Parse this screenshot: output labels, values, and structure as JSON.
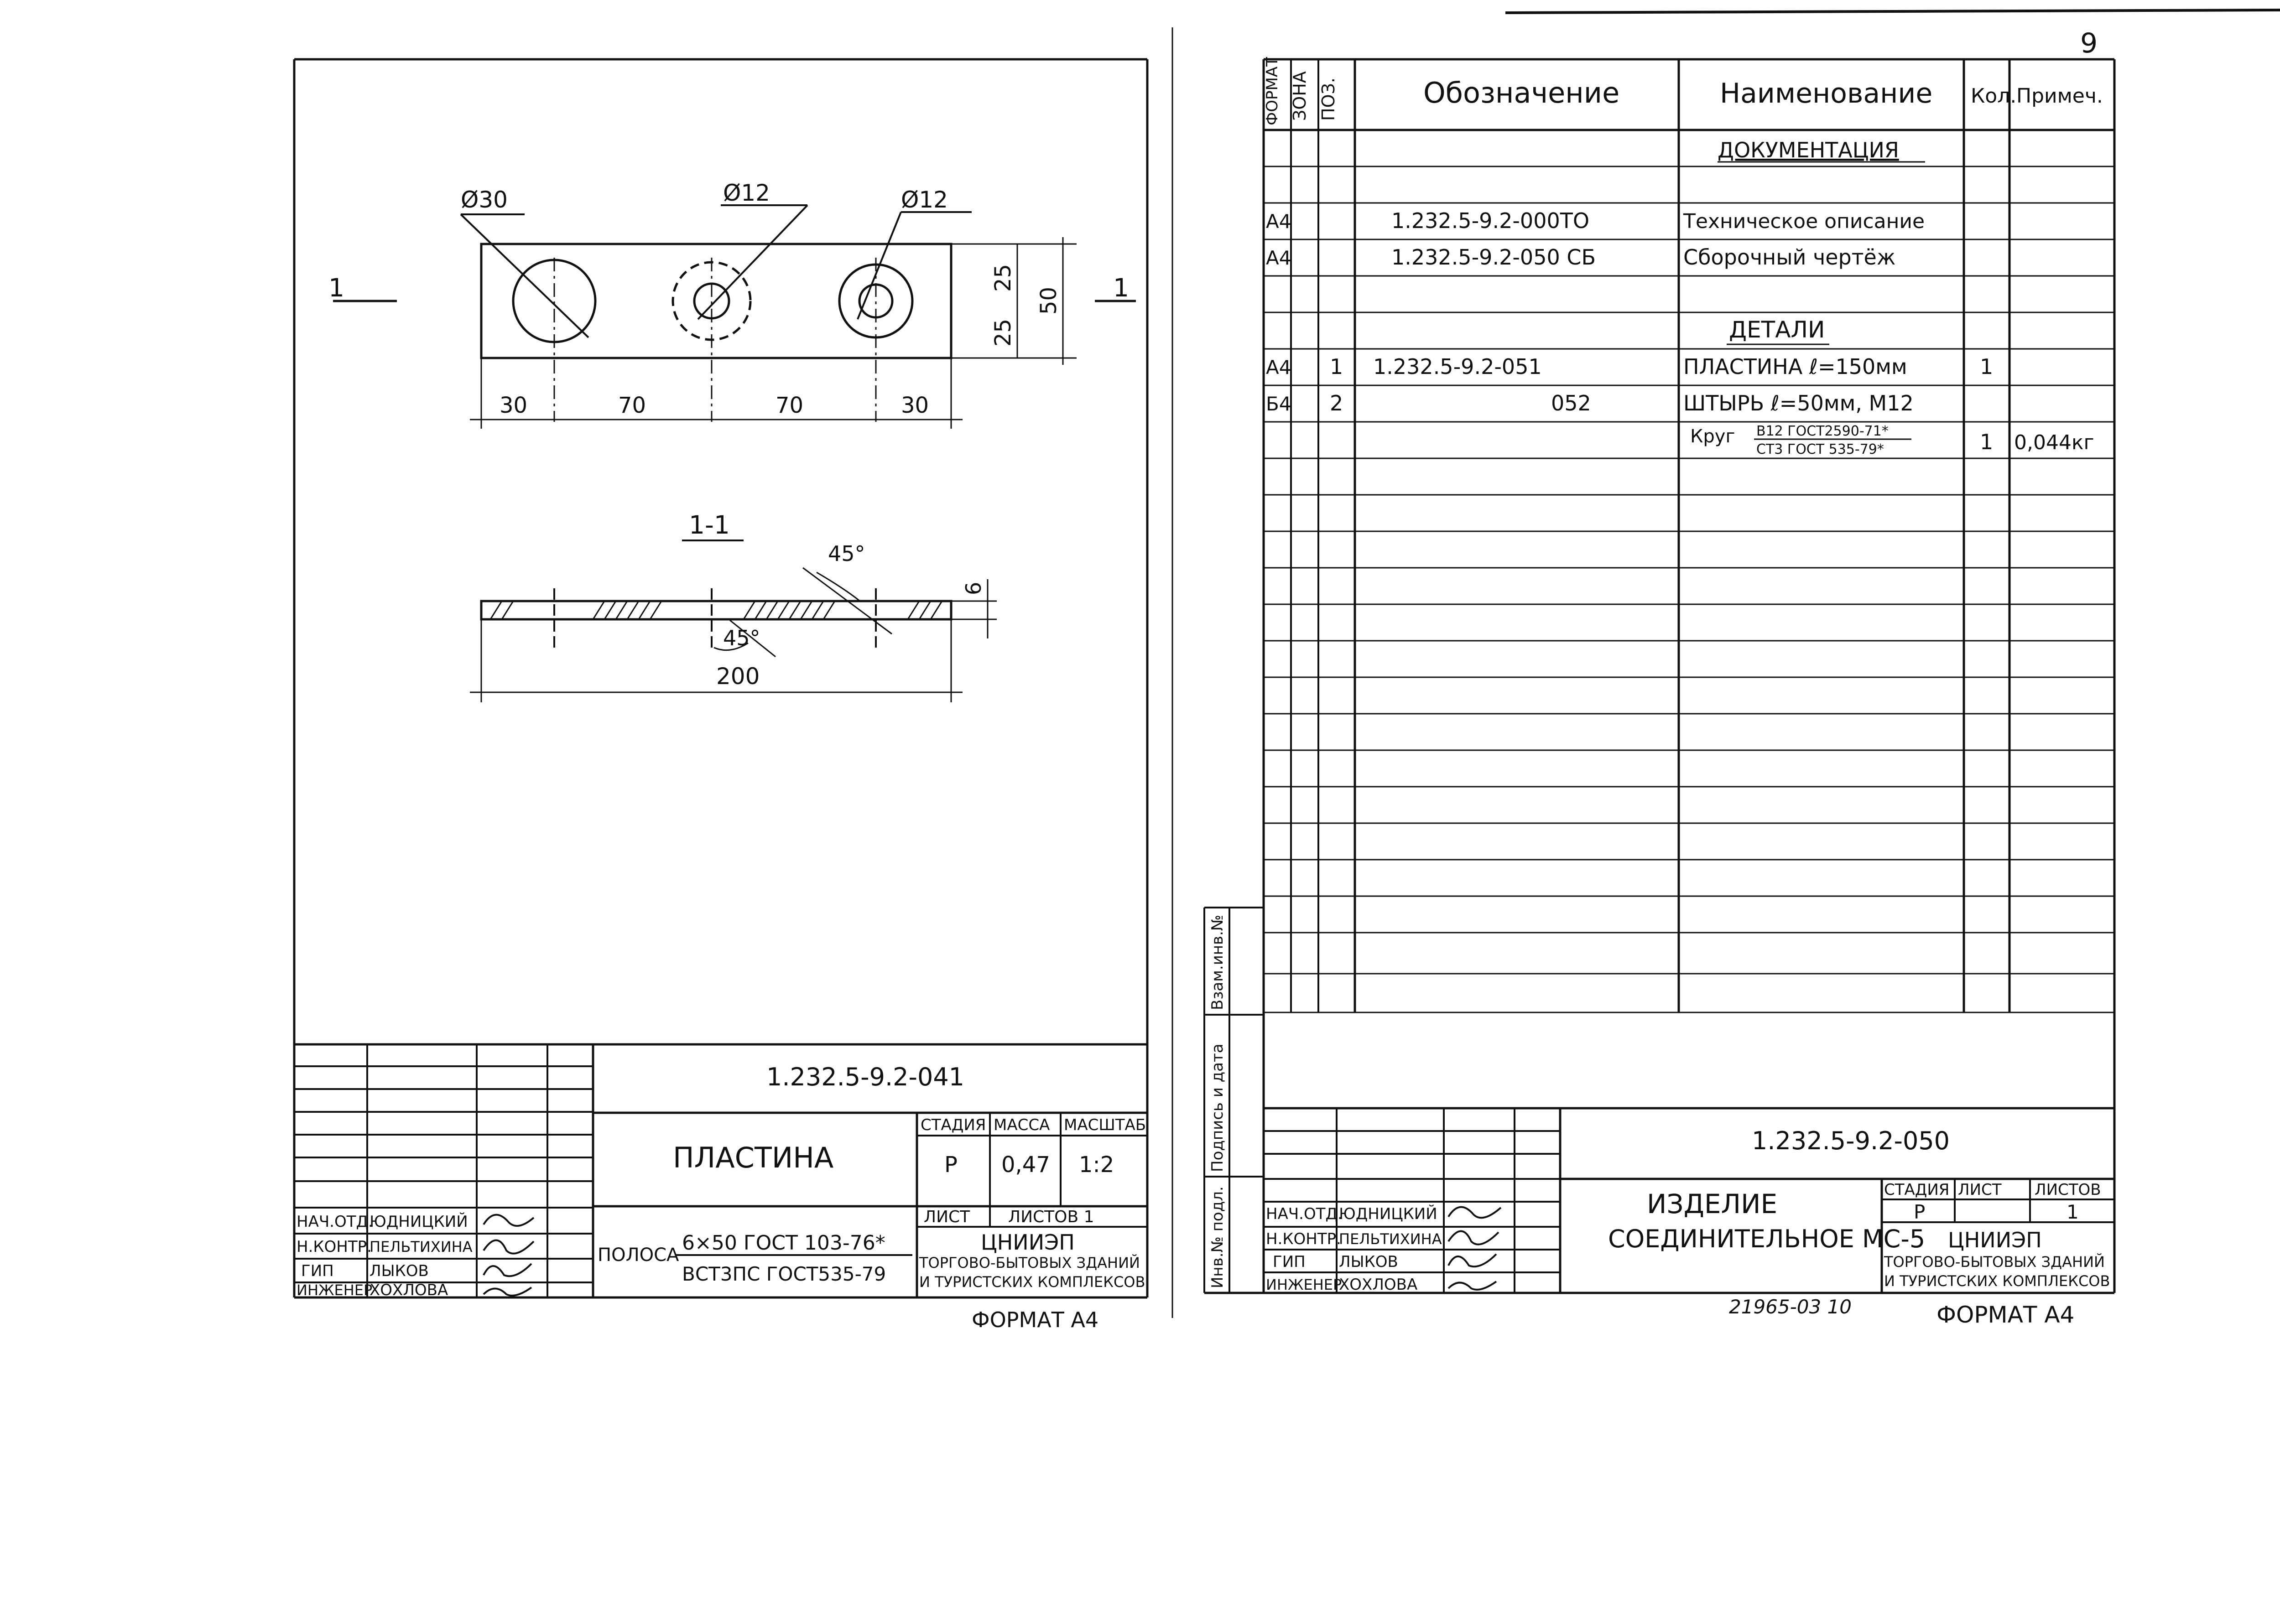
{
  "left_sheet": {
    "drawing": {
      "dia_holes": [
        "Ø30",
        "Ø12",
        "Ø12"
      ],
      "section_mark": "1",
      "dim_height_parts": [
        "25",
        "25"
      ],
      "dim_height_total": "50",
      "dim_length": [
        "30",
        "70",
        "70",
        "30"
      ],
      "section_title": "1-1",
      "angle_top": "45°",
      "angle_bottom": "45°",
      "thickness": "6",
      "total_length": "200"
    },
    "title_block": {
      "designation": "1.232.5-9.2-041",
      "name": "ПЛАСТИНА",
      "stage_header": "СТАДИЯ",
      "mass_header": "МАССА",
      "scale_header": "МАСШТАБ",
      "stage": "Р",
      "mass": "0,47",
      "scale": "1:2",
      "sheet_label": "ЛИСТ",
      "sheets_label": "ЛИСТОВ 1",
      "material_prefix": "ПОЛОСА",
      "material_top": "6×50 ГОСТ 103-76*",
      "material_bottom": "ВСТ3ПС     ГОСТ535-79",
      "org_name": "ЦНИИЭП",
      "org_line1": "ТОРГОВО-БЫТОВЫХ ЗДАНИЙ",
      "org_line2": "И ТУРИСТСКИХ КОМПЛЕКСОВ",
      "signers": [
        {
          "role": "НАЧ.ОТД.",
          "name": "ЮДНИЦКИЙ"
        },
        {
          "role": "Н.КОНТР.",
          "name": "ПЕЛЬТИХИНА"
        },
        {
          "role": "ГИП",
          "name": "ЛЫКОВ"
        },
        {
          "role": "ИНЖЕНЕР",
          "name": "ХОХЛОВА"
        }
      ],
      "format": "ФОРМАТ А4"
    }
  },
  "right_sheet": {
    "page_number": "9",
    "headers": [
      "ФОРМАТ",
      "ЗОНА",
      "ПОЗ.",
      "Обозначение",
      "Наименование",
      "Кол.",
      "Примеч."
    ],
    "rows": [
      {
        "format": "",
        "pos": "",
        "designation": "",
        "name": "ДОКУМЕНТАЦИЯ",
        "qty": "",
        "note": ""
      },
      {
        "format": "А4",
        "pos": "",
        "designation": "1.232.5-9.2-000ТО",
        "name": "Техническое описание",
        "qty": "",
        "note": ""
      },
      {
        "format": "А4",
        "pos": "",
        "designation": "1.232.5-9.2-050 СБ",
        "name": "Сборочный чертёж",
        "qty": "",
        "note": ""
      },
      {
        "format": "",
        "pos": "",
        "designation": "",
        "name": "ДЕТАЛИ",
        "qty": "",
        "note": ""
      },
      {
        "format": "А4",
        "pos": "1",
        "designation": "1.232.5-9.2-051",
        "name": "ПЛАСТИНА ℓ=150мм",
        "qty": "1",
        "note": ""
      },
      {
        "format": "Б4",
        "pos": "2",
        "designation": "052",
        "name": "ШТЫРЬ ℓ=50мм, М12",
        "qty": "",
        "note": ""
      },
      {
        "format": "",
        "pos": "",
        "designation": "",
        "name": "Круг",
        "qty": "1",
        "note": "0,044кг"
      }
    ],
    "krug_top": "В12 ГОСТ2590-71*",
    "krug_bottom": "СТ3 ГОСТ 535-79*",
    "side_labels": [
      "Инв.№ подл.",
      "Подпись и дата",
      "Взам.инв.№"
    ],
    "title_block": {
      "designation": "1.232.5-9.2-050",
      "name_line1": "ИЗДЕЛИЕ",
      "name_line2": "СОЕДИНИТЕЛЬНОЕ МС-5",
      "stage_header": "СТАДИЯ",
      "sheet_header": "ЛИСТ",
      "sheets_header": "ЛИСТОВ",
      "stage": "Р",
      "sheets": "1",
      "org_name": "ЦНИИЭП",
      "org_line1": "ТОРГОВО-БЫТОВЫХ ЗДАНИЙ",
      "org_line2": "И ТУРИСТСКИХ КОМПЛЕКСОВ",
      "signers": [
        {
          "role": "НАЧ.ОТД.",
          "name": "ЮДНИЦКИЙ"
        },
        {
          "role": "Н.КОНТР.",
          "name": "ПЕЛЬТИХИНА"
        },
        {
          "role": "ГИП",
          "name": "ЛЫКОВ"
        },
        {
          "role": "ИНЖЕНЕР",
          "name": "ХОХЛОВА"
        }
      ],
      "archive_no": "21965-03  10",
      "format": "ФОРМАТ А4"
    }
  }
}
